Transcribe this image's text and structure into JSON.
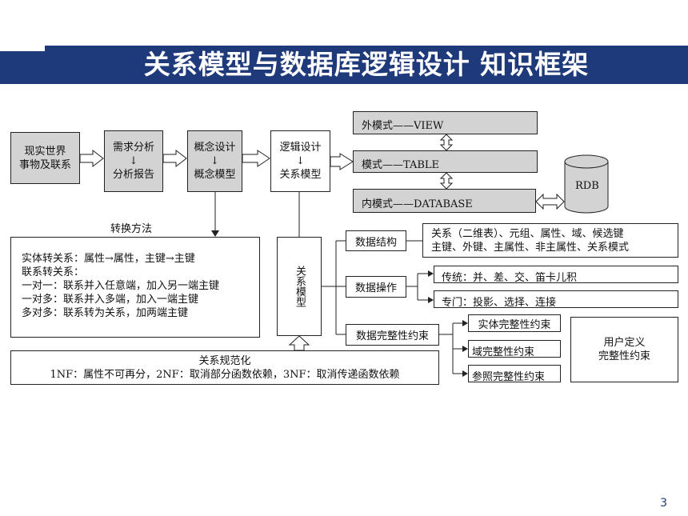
{
  "title": "关系模型与数据库逻辑设计  知识框架",
  "page_number": "3",
  "flow": {
    "real_world": [
      "现实世界",
      "事物及联系"
    ],
    "requirements": {
      "top": "需求分析",
      "arrow": "↓",
      "bottom": "分析报告"
    },
    "concept": {
      "top": "概念设计",
      "arrow": "↓",
      "bottom": "概念模型"
    },
    "logic": {
      "top": "逻辑设计",
      "arrow": "↓",
      "bottom": "关系模型"
    }
  },
  "schemas": {
    "external": "外模式——VIEW",
    "conceptual": "模式——TABLE",
    "internal": "内模式——DATABASE",
    "rdb": "RDB"
  },
  "conversion": {
    "label": "转换方法",
    "lines": [
      "实体转关系：属性→属性，主键→主键",
      "联系转关系：",
      "一对一：联系并入任意端，加入另一端主键",
      "一对多：联系并入多端，加入一端主键",
      "多对多：联系转为关系，加两端主键"
    ]
  },
  "relational_model_vertical": "关系模型",
  "normalization": {
    "title": "关系规范化",
    "text": "1NF：属性不可再分，2NF：取消部分函数依赖，3NF：取消传递函数依赖"
  },
  "components": {
    "structure": {
      "label": "数据结构",
      "detail": [
        "关系（二维表）、元组、属性、域、候选键",
        "主键、外键、主属性、非主属性、关系模式"
      ]
    },
    "operations": {
      "label": "数据操作",
      "traditional": "传统：并、差、交、笛卡儿积",
      "special": "专门：投影、选择、连接"
    },
    "integrity": {
      "label": "数据完整性约束",
      "entity": "实体完整性约束",
      "domain": "域完整性约束",
      "referential": "参照完整性约束",
      "user": [
        "用户定义",
        "完整性约束"
      ]
    }
  }
}
